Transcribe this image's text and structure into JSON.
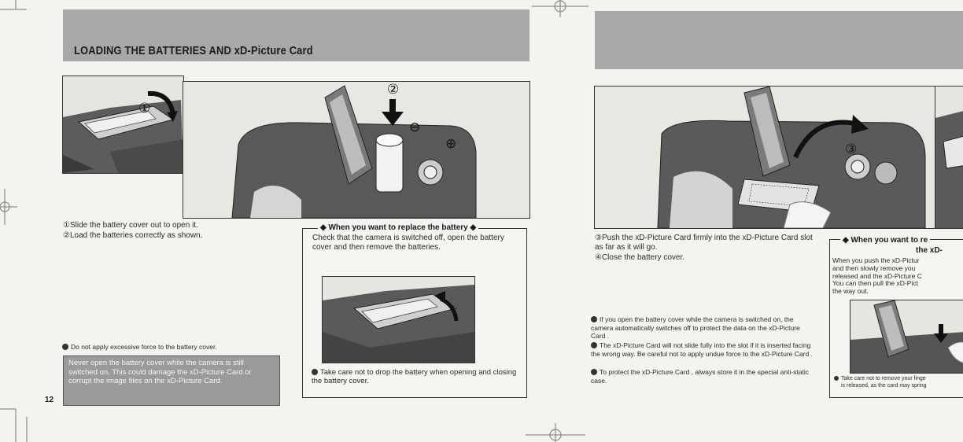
{
  "left_page": {
    "header_title": "LOADING THE BATTERIES AND xD-Picture Card",
    "page_number": "12",
    "photo_callouts": {
      "step1": "①",
      "step2": "②",
      "minus": "⊖",
      "plus": "⊕"
    },
    "steps": [
      "①Slide the battery cover out to open it.",
      "②Load the batteries correctly as shown."
    ],
    "replace_box": {
      "heading": "◆ When you want to replace the battery ◆",
      "text": "Check that the camera is switched off, open the battery cover and then remove the batteries.",
      "note": "Take care not to drop the battery when opening and closing the battery cover."
    },
    "force_note": "Do not apply excessive force to the battery cover.",
    "warning": "Never open the battery cover while the camera is still switched on. This could damage the xD-Picture Card or corrupt the image files on the xD-Picture Card."
  },
  "right_page": {
    "photo_callouts": {
      "step3": "③"
    },
    "steps": [
      "③Push the xD-Picture Card firmly into the xD-Picture Card slot as far as it will go.",
      "④Close the battery cover."
    ],
    "notes": [
      "If you open the battery cover while the camera is switched on, the camera automatically switches off to protect the data on the xD-Picture Card .",
      "The xD-Picture Card will not slide fully into the slot if it is inserted facing the wrong way. Be careful not to apply undue force to the xD-Picture Card .",
      "To protect the xD-Picture Card , always store it in the special anti-static case."
    ],
    "remove_box": {
      "heading_line1": "◆ When you want to re",
      "heading_line2": "the xD-",
      "lines": [
        "When you push the xD-Pictur",
        "and then slowly remove you",
        "released and the xD-Picture C",
        "You can then pull the xD-Pict",
        "the way out."
      ],
      "note_line1": "Take care not to remove your finge",
      "note_line2": "is released, as the card may spring"
    }
  }
}
